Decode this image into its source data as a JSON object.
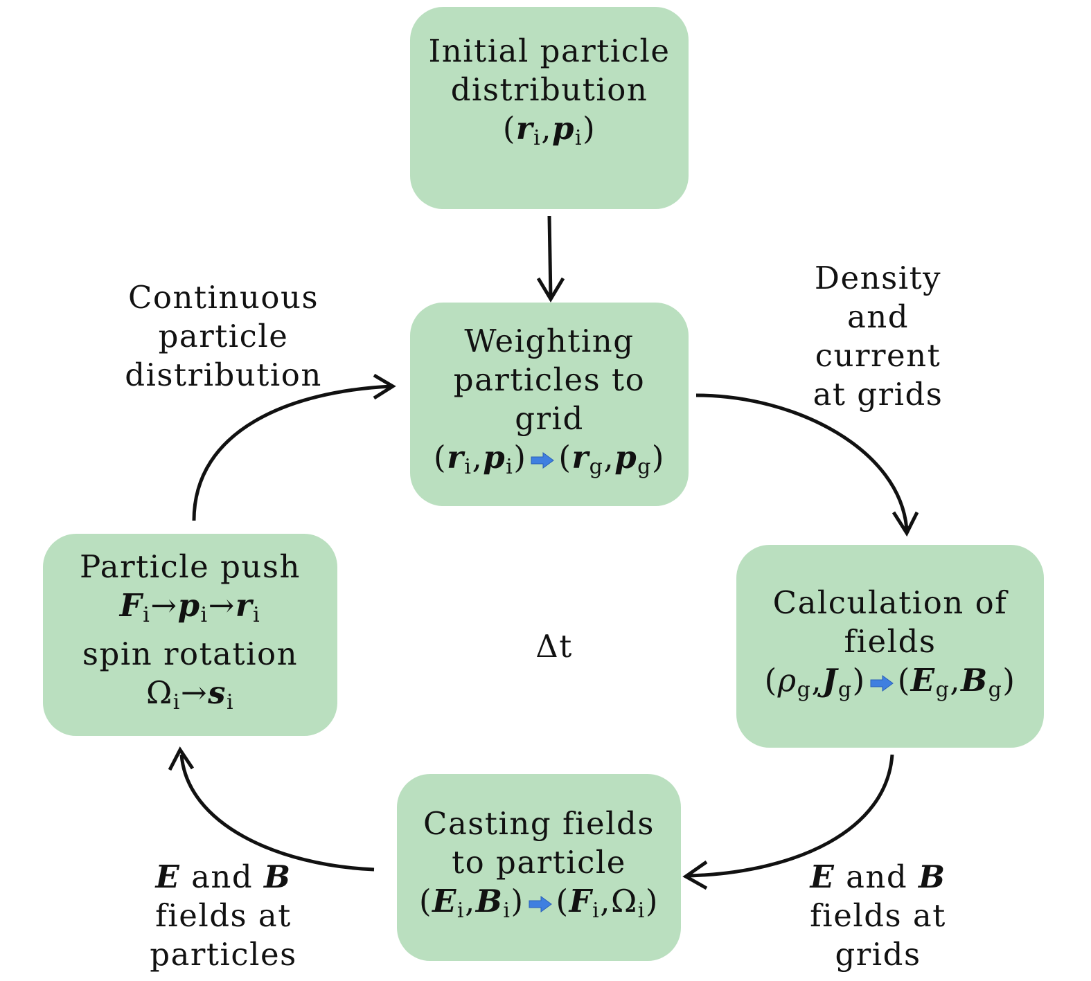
{
  "diagram": {
    "center_label": "Δt",
    "boxes": {
      "initial": {
        "title_lines": [
          "Initial particle",
          "distribution"
        ],
        "formula": {
          "v1": "r",
          "s1": "i",
          "v2": "p",
          "s2": "i"
        }
      },
      "weighting": {
        "title_lines": [
          "Weighting",
          "particles to",
          "grid"
        ],
        "formula_left": {
          "v1": "r",
          "s1": "i",
          "v2": "p",
          "s2": "i"
        },
        "formula_right": {
          "v1": "r",
          "s1": "g",
          "v2": "p",
          "s2": "g"
        }
      },
      "fields": {
        "title_lines": [
          "Calculation of",
          "fields"
        ],
        "formula_left": {
          "v1": "ρ",
          "s1": "g",
          "v2": "J",
          "s2": "g"
        },
        "formula_right": {
          "v1": "E",
          "s1": "g",
          "v2": "B",
          "s2": "g"
        }
      },
      "casting": {
        "title_lines": [
          "Casting fields",
          "to particle"
        ],
        "formula_left": {
          "v1": "E",
          "s1": "i",
          "v2": "B",
          "s2": "i"
        },
        "formula_right": {
          "v1": "F",
          "s1": "i",
          "v2": "Ω",
          "s2": "i"
        }
      },
      "push": {
        "title": "Particle push",
        "chain": {
          "v1": "F",
          "s1": "i",
          "v2": "p",
          "s2": "i",
          "v3": "r",
          "s3": "i"
        },
        "spin_title": "spin rotation",
        "spin_chain": {
          "v1": "Ω",
          "s1": "i",
          "v2": "s",
          "s2": "i"
        }
      }
    },
    "edge_labels": {
      "continuous": [
        "Continuous",
        "particle",
        "distribution"
      ],
      "density": [
        "Density",
        "and",
        "current",
        "at grids"
      ],
      "eb_grids": {
        "e": "E",
        "and": "and",
        "b": "B",
        "lines": [
          "fields at",
          "grids"
        ]
      },
      "eb_particles": {
        "e": "E",
        "and": "and",
        "b": "B",
        "lines": [
          "fields at",
          "particles"
        ]
      }
    },
    "arrow_symbol": "→",
    "colors": {
      "box_fill": "#badfbf",
      "arrow_stroke": "#111111",
      "block_arrow": "#3f7fe0"
    }
  }
}
